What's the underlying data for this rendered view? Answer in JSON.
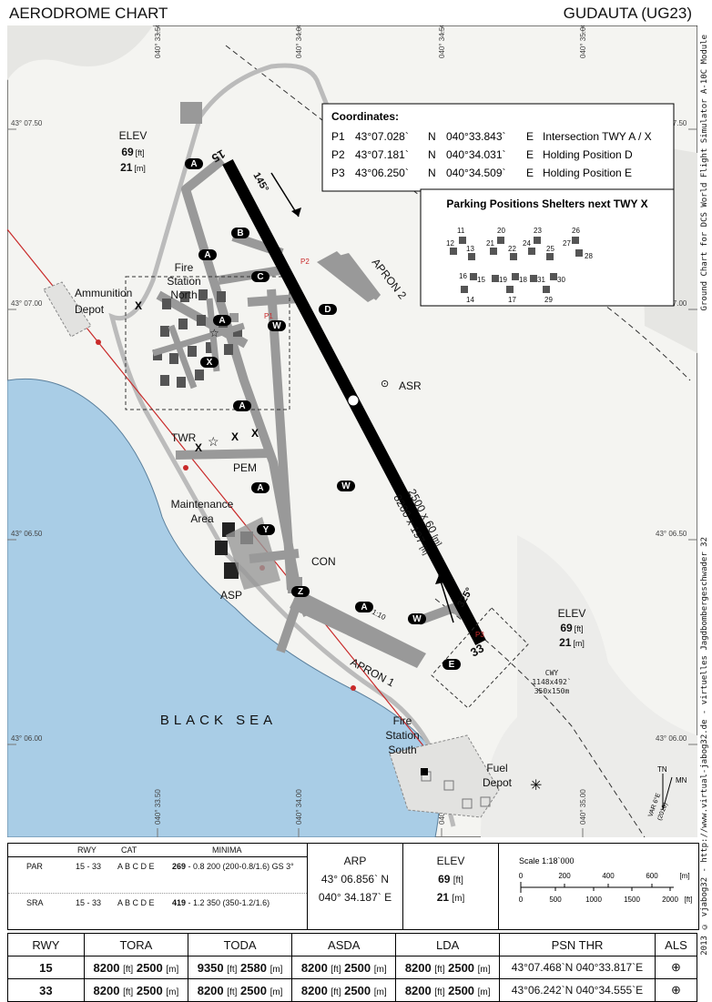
{
  "header": {
    "title": "AERODROME CHART",
    "airport": "GUDAUTA (UG23)"
  },
  "side_text": {
    "top": "Ground Chart for DCS World Flight Simulator A-10C Module",
    "bottom": "2013 © vjabog32 - http://www.virtual-jabog32.de - virtuelles Jagdbombergeschwader 32"
  },
  "grid": {
    "lon_top": [
      "040° 33.50",
      "040° 34.00",
      "040° 34.50",
      "040° 35.00"
    ],
    "lon_bottom": [
      "040° 33.50",
      "040° 34.00",
      "040° 34.50",
      "040° 35.00"
    ],
    "lat": [
      "43° 07.50",
      "43° 07.00",
      "43° 06.50",
      "43° 06.00"
    ]
  },
  "coordinates": {
    "title": "Coordinates:",
    "rows": [
      {
        "id": "P1",
        "lat": "43°07.028`",
        "ns": "N",
        "lon": "040°33.843`",
        "ew": "E",
        "desc": "Intersection TWY A / X"
      },
      {
        "id": "P2",
        "lat": "43°07.181`",
        "ns": "N",
        "lon": "040°34.031`",
        "ew": "E",
        "desc": "Holding Position D"
      },
      {
        "id": "P3",
        "lat": "43°06.250`",
        "ns": "N",
        "lon": "040°34.509`",
        "ew": "E",
        "desc": "Holding Position E"
      }
    ]
  },
  "parking": {
    "title": "Parking Positions Shelters next TWY X",
    "numbers": [
      "11",
      "12",
      "13",
      "14",
      "15",
      "16",
      "17",
      "18",
      "19",
      "20",
      "21",
      "22",
      "23",
      "24",
      "25",
      "26",
      "27",
      "28",
      "29",
      "30",
      "31"
    ]
  },
  "map_labels": {
    "elev_left": {
      "label": "ELEV",
      "ft": "69",
      "ft_unit": "[ft]",
      "m": "21",
      "m_unit": "[m]"
    },
    "elev_right": {
      "label": "ELEV",
      "ft": "69",
      "ft_unit": "[ft]",
      "m": "21",
      "m_unit": "[m]"
    },
    "fire_north": [
      "Fire",
      "Station",
      "North"
    ],
    "ammo": [
      "Ammunition",
      "Depot"
    ],
    "twr": "TWR",
    "pem": "PEM",
    "maint": [
      "Maintenance",
      "Area"
    ],
    "asp": "ASP",
    "con": "CON",
    "apron1": "APRON 1",
    "apron2": "APRON 2",
    "fire_south": [
      "Fire",
      "Station",
      "South"
    ],
    "fuel": [
      "Fuel",
      "Depot"
    ],
    "asr": "ASR",
    "sea": "BLACK SEA",
    "rwy_dim_m": "2500 x 60",
    "rwy_dim_m_unit": "[m]",
    "rwy_dim_ft": "8200 x 197",
    "rwy_dim_ft_unit": "[ft]",
    "rwy15": "15",
    "rwy33": "33",
    "hdg145": "145°",
    "hdg325": "325°",
    "cwy": [
      "CWY",
      "1148x492`",
      "350x150m"
    ],
    "slope": "1:10",
    "p1": "P1",
    "p2": "P2",
    "p3": "P3",
    "north": {
      "tn": "TN",
      "mn": "MN",
      "var": "VAR 6°E",
      "year": "(2010)"
    },
    "taxiways": [
      "A",
      "A",
      "A",
      "A",
      "A",
      "A",
      "B",
      "C",
      "D",
      "W",
      "W",
      "W",
      "W",
      "X",
      "Y",
      "Z",
      "E"
    ]
  },
  "approach": {
    "headers": [
      "RWY",
      "CAT",
      "MINIMA"
    ],
    "rows": [
      {
        "type": "PAR",
        "rwy": "15 - 33",
        "cat": "A B C D E",
        "min_bold": "269",
        "min_rest": " - 0.8 200 (200-0.8/1.6) GS 3°"
      },
      {
        "type": "SRA",
        "rwy": "15 - 33",
        "cat": "A B C D E",
        "min_bold": "419",
        "min_rest": " - 1.2 350 (350-1.2/1.6)"
      }
    ]
  },
  "arp": {
    "label": "ARP",
    "lat": "43° 06.856`",
    "ns": "N",
    "lon": "040° 34.187`",
    "ew": "E"
  },
  "elev_box": {
    "label": "ELEV",
    "ft": "69",
    "ft_unit": "[ft]",
    "m": "21",
    "m_unit": "[m]"
  },
  "scale": {
    "label": "Scale 1:18`000",
    "m_ticks": [
      "0",
      "200",
      "400",
      "600"
    ],
    "m_unit": "[m]",
    "ft_ticks": [
      "0",
      "500",
      "1000",
      "1500",
      "2000"
    ],
    "ft_unit": "[ft]"
  },
  "runway_table": {
    "headers": [
      "RWY",
      "TORA",
      "TODA",
      "ASDA",
      "LDA",
      "PSN THR",
      "ALS"
    ],
    "rows": [
      {
        "rwy": "15",
        "tora_ft": "8200",
        "tora_m": "2500",
        "toda_ft": "9350",
        "toda_m": "2580",
        "asda_ft": "8200",
        "asda_m": "2500",
        "lda_ft": "8200",
        "lda_m": "2500",
        "thr": "43°07.468`N 040°33.817`E"
      },
      {
        "rwy": "33",
        "tora_ft": "8200",
        "tora_m": "2500",
        "toda_ft": "8200",
        "toda_m": "2500",
        "asda_ft": "8200",
        "asda_m": "2500",
        "lda_ft": "8200",
        "lda_m": "2500",
        "thr": "43°06.242`N 040°34.555`E"
      }
    ],
    "ft_unit": "[ft]",
    "m_unit": "[m]"
  },
  "colors": {
    "sea": "#a9cde6",
    "taxiway": "#999999",
    "runway": "#000000",
    "land": "#f5f5f2",
    "coast_line": "#c92a2a"
  }
}
